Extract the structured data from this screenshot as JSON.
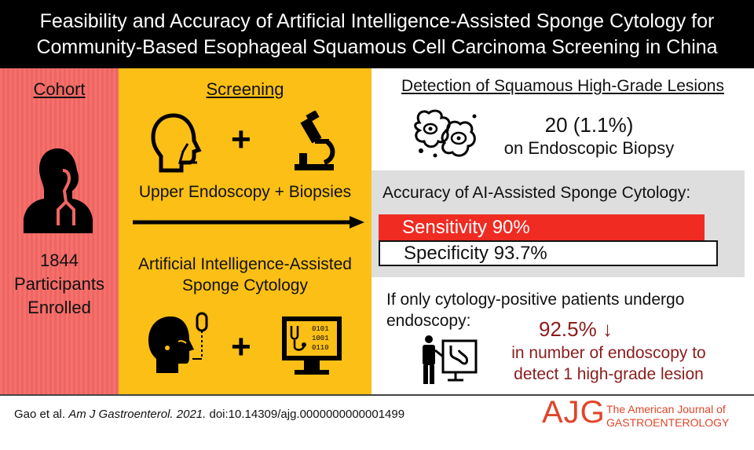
{
  "title": {
    "line1": "Feasibility and Accuracy of Artificial Intelligence-Assisted Sponge Cytology for",
    "line2": "Community-Based Esophageal Squamous Cell Carcinoma Screening in China"
  },
  "cohort": {
    "heading": "Cohort",
    "count": "1844",
    "line2": "Participants",
    "line3": "Enrolled"
  },
  "screening": {
    "heading": "Screening",
    "plus": "+",
    "endoscopy_label": "Upper Endoscopy + Biopsies",
    "ai_label_line1": "Artificial Intelligence-Assisted",
    "ai_label_line2": "Sponge Cytology"
  },
  "detection": {
    "heading": "Detection of Squamous High-Grade Lesions",
    "value": "20 (1.1%)",
    "subtext": "on Endoscopic Biopsy"
  },
  "accuracy": {
    "heading": "Accuracy of AI-Assisted Sponge Cytology:",
    "sensitivity": "Sensitivity 90%",
    "specificity": "Specificity 93.7%"
  },
  "reduction": {
    "text_line1": "If only cytology-positive patients undergo",
    "text_line2": "endoscopy:",
    "value": "92.5% ↓",
    "desc_line1": "in number of endoscopy to",
    "desc_line2": "detect 1 high-grade lesion"
  },
  "footer": {
    "authors": "Gao et al. ",
    "journal_italic": "Am J Gastroenterol. 2021.",
    "doi": " doi:10.14309/ajg.0000000000001499",
    "logo_letters": "AJG",
    "logo_line1": "The American Journal of",
    "logo_line2": "GASTROENTEROLOGY"
  },
  "colors": {
    "cohort_bg": "#f4716d",
    "screening_bg": "#fbbf16",
    "accuracy_bg": "#dedede",
    "sensitivity_bar": "#ef2b22",
    "accent_maroon": "#8b1c1c",
    "logo_red": "#e0452a"
  }
}
